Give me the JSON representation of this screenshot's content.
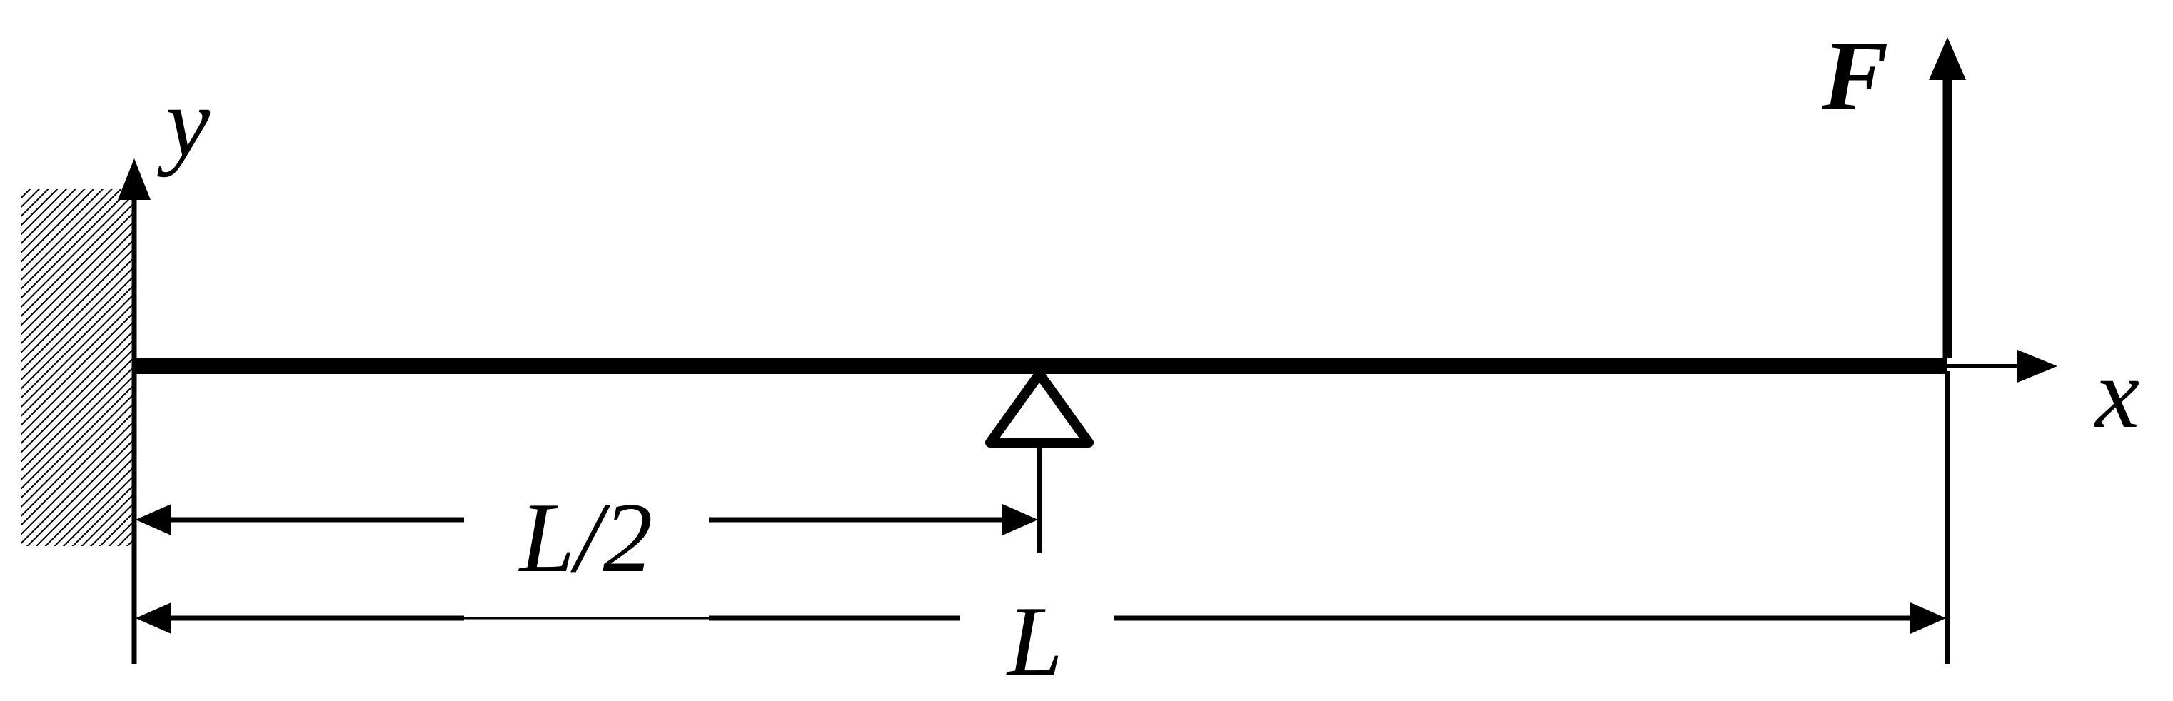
{
  "labels": {
    "y_axis": "y",
    "x_axis": "x",
    "force": "F",
    "half_span": "L/2",
    "span": "L"
  },
  "colors": {
    "ink": "#000000",
    "background": "#ffffff"
  },
  "elements": {
    "wall": "fixed-wall-hatched",
    "support": "pin-support-triangle",
    "beam": "cantilever-beam"
  }
}
